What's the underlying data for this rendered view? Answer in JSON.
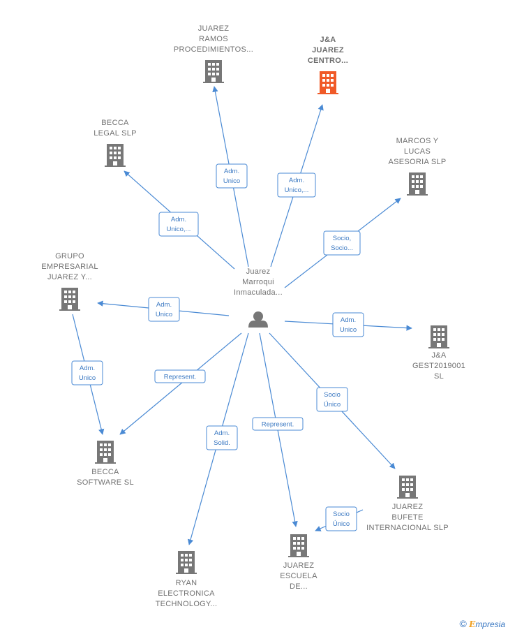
{
  "colors": {
    "edge": "#4a8ad4",
    "building": "#777777",
    "highlight": "#f05a28",
    "person": "#777777"
  },
  "center": {
    "id": "person",
    "icon": "person-icon",
    "label": [
      "Juarez",
      "Marroqui",
      "Inmaculada..."
    ]
  },
  "nodes": [
    {
      "id": "n1",
      "label": [
        "JUAREZ",
        "RAMOS",
        "PROCEDIMIENTOS..."
      ],
      "highlight": false
    },
    {
      "id": "n2",
      "label": [
        "J&A",
        "JUAREZ",
        "CENTRO..."
      ],
      "highlight": true
    },
    {
      "id": "n3",
      "label": [
        "BECCA",
        "LEGAL  SLP"
      ],
      "highlight": false
    },
    {
      "id": "n4",
      "label": [
        "MARCOS Y",
        "LUCAS",
        "ASESORIA  SLP"
      ],
      "highlight": false
    },
    {
      "id": "n5",
      "label": [
        "GRUPO",
        "EMPRESARIAL",
        "JUAREZ Y..."
      ],
      "highlight": false
    },
    {
      "id": "n6",
      "label": [
        "J&A",
        "GEST2019001",
        "SL"
      ],
      "highlight": false
    },
    {
      "id": "n7",
      "label": [
        "BECCA",
        "SOFTWARE  SL"
      ],
      "highlight": false
    },
    {
      "id": "n8",
      "label": [
        "JUAREZ",
        "BUFETE",
        "INTERNACIONAL SLP"
      ],
      "highlight": false
    },
    {
      "id": "n9",
      "label": [
        "JUAREZ",
        "ESCUELA",
        "DE..."
      ],
      "highlight": false
    },
    {
      "id": "n10",
      "label": [
        "RYAN",
        "ELECTRONICA",
        "TECHNOLOGY..."
      ],
      "highlight": false
    }
  ],
  "relations": [
    {
      "from": "person",
      "to": "n1",
      "label": [
        "Adm.",
        "Unico"
      ]
    },
    {
      "from": "person",
      "to": "n2",
      "label": [
        "Adm.",
        "Unico,..."
      ]
    },
    {
      "from": "person",
      "to": "n3",
      "label": [
        "Adm.",
        "Unico,..."
      ]
    },
    {
      "from": "person",
      "to": "n4",
      "label": [
        "Socio,",
        "Socio..."
      ]
    },
    {
      "from": "person",
      "to": "n5",
      "label": [
        "Adm.",
        "Unico"
      ]
    },
    {
      "from": "person",
      "to": "n6",
      "label": [
        "Adm.",
        "Unico"
      ]
    },
    {
      "from": "n5",
      "to": "n7",
      "label": [
        "Adm.",
        "Unico"
      ]
    },
    {
      "from": "person",
      "to": "n7",
      "label": [
        "Represent."
      ]
    },
    {
      "from": "person",
      "to": "n10",
      "label": [
        "Adm.",
        "Solid."
      ]
    },
    {
      "from": "person",
      "to": "n9",
      "label": [
        "Represent."
      ]
    },
    {
      "from": "person",
      "to": "n8",
      "label": [
        "Socio",
        "Único"
      ]
    },
    {
      "from": "n8",
      "to": "n9",
      "label": [
        "Socio",
        "Único"
      ]
    }
  ],
  "footer": {
    "copyright": "©",
    "brand_initial": "E",
    "brand_rest": "mpresia"
  }
}
